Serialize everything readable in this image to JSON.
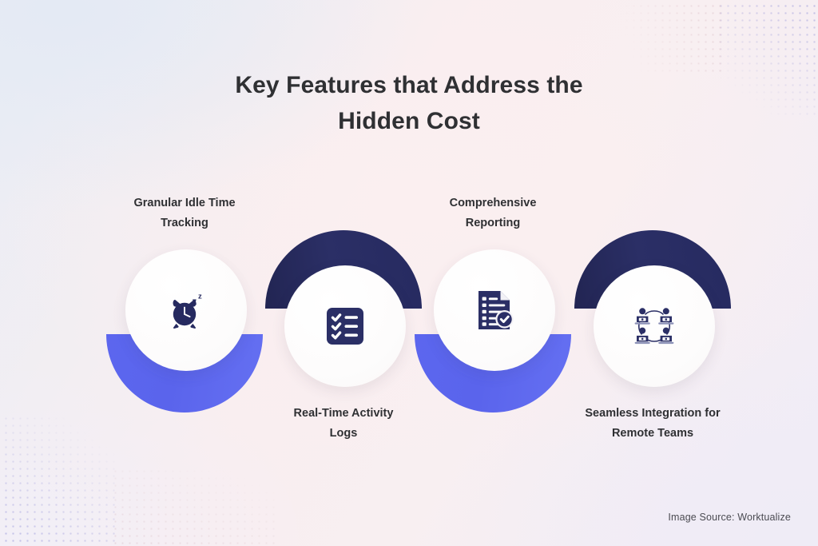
{
  "title": {
    "line1": "Key Features that Address the",
    "line2": "Hidden Cost"
  },
  "colors": {
    "navy": "#262a60",
    "blue": "#5c67ef",
    "text": "#2f3033",
    "disc": "#ffffff",
    "background_start": "#e9edf5",
    "background_mid": "#f9eef0",
    "background_end": "#f0ecf7"
  },
  "features": [
    {
      "id": "granular-idle-time-tracking",
      "label_line1": "Granular Idle Time",
      "label_line2": "Tracking",
      "icon": "alarm-clock-sleep-icon",
      "arc_color": "#5c67ef",
      "arc_position": "bottom",
      "label_position": "above"
    },
    {
      "id": "real-time-activity-logs",
      "label_line1": "Real-Time Activity",
      "label_line2": "Logs",
      "icon": "checklist-icon",
      "arc_color": "#262a60",
      "arc_position": "top",
      "label_position": "below"
    },
    {
      "id": "comprehensive-reporting",
      "label_line1": "Comprehensive",
      "label_line2": "Reporting",
      "icon": "document-check-report-icon",
      "arc_color": "#5c67ef",
      "arc_position": "bottom",
      "label_position": "above"
    },
    {
      "id": "seamless-integration-for-remote-teams",
      "label_line1": "Seamless Integration for",
      "label_line2": "Remote Teams",
      "icon": "remote-team-network-icon",
      "arc_color": "#262a60",
      "arc_position": "top",
      "label_position": "below"
    }
  ],
  "credit": "Image Source: Worktualize"
}
